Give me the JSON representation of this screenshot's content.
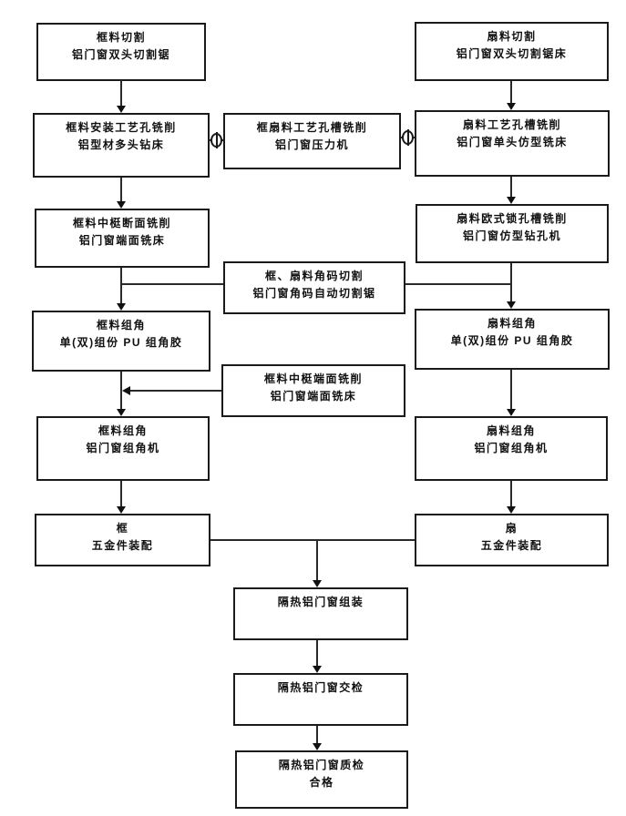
{
  "diagram": {
    "type": "flowchart",
    "description": "Thermal-break aluminum door and window production process flow",
    "colors": {
      "line": "#1a1a1a",
      "box_border": "#1a1a1a",
      "background": "#ffffff",
      "text": "#111111"
    },
    "connector_symbol": "circle-with-bar",
    "nodes": {
      "frame_cut": {
        "line1": "框料切割",
        "line2": "铝门窗双头切割锯"
      },
      "sash_cut": {
        "line1": "扇料切割",
        "line2": "铝门窗双头切割锯床"
      },
      "frame_install_hole": {
        "line1": "框料安装工艺孔铣削",
        "line2": "铝型材多头钻床"
      },
      "frame_sash_hole": {
        "line1": "框扇料工艺孔槽铣削",
        "line2": "铝门窗压力机"
      },
      "sash_hole": {
        "line1": "扇料工艺孔槽铣削",
        "line2": "铝门窗单头仿型铣床"
      },
      "frame_mullion_section": {
        "line1": "框料中梃断面铣削",
        "line2": "铝门窗端面铣床"
      },
      "sash_lock": {
        "line1": "扇料欧式锁孔槽铣削",
        "line2": "铝门窗仿型钻孔机"
      },
      "corner_key_cut": {
        "line1": "框、扇料角码切割",
        "line2": "铝门窗角码自动切割锯"
      },
      "frame_corner_glue": {
        "line1": "框料组角",
        "line2": "单(双)组份 PU 组角胶"
      },
      "sash_corner_glue": {
        "line1": "扇料组角",
        "line2": "单(双)组份 PU 组角胶"
      },
      "frame_mullion_end": {
        "line1": "框料中梃端面铣削",
        "line2": "铝门窗端面铣床"
      },
      "frame_corner_machine": {
        "line1": "框料组角",
        "line2": "铝门窗组角机"
      },
      "sash_corner_machine": {
        "line1": "扇料组角",
        "line2": "铝门窗组角机"
      },
      "frame_hardware": {
        "line1": "框",
        "line2": "五金件装配"
      },
      "sash_hardware": {
        "line1": "扇",
        "line2": "五金件装配"
      },
      "assembly": {
        "line1": "隔热铝门窗组装",
        "line2": ""
      },
      "handover_inspection": {
        "line1": "隔热铝门窗交检",
        "line2": ""
      },
      "quality_inspection": {
        "line1": "隔热铝门窗质检",
        "line2": "合格"
      }
    }
  }
}
